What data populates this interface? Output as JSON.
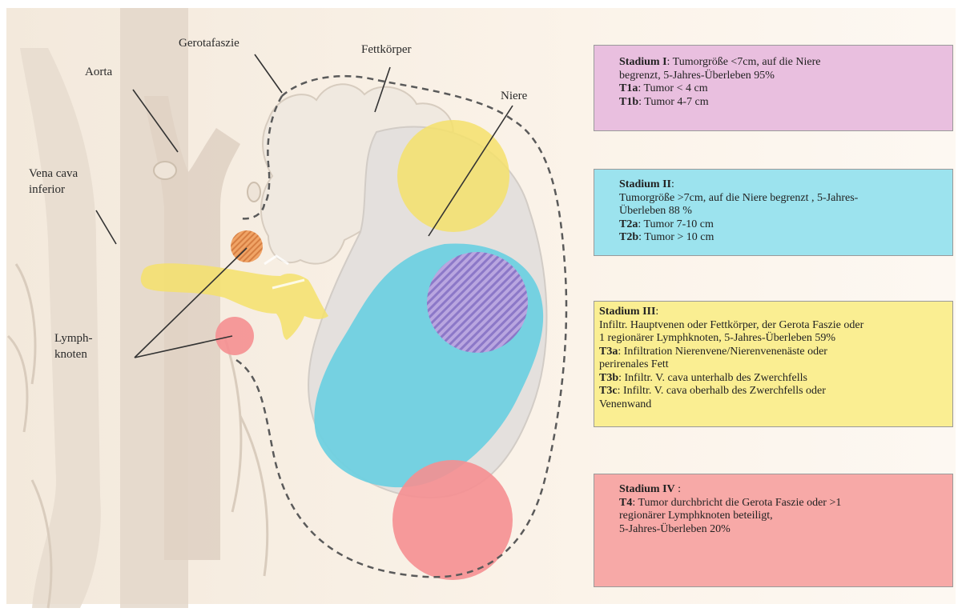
{
  "colors": {
    "background": "#fbf3e9",
    "stage1": "#e9bfdf",
    "stage2": "#9ce3ee",
    "stage3": "#faee92",
    "stage4": "#f7a9a7",
    "kidney_tumor_blue": "#6fd0e0",
    "yellow_structure": "#f4e16b",
    "red_circle": "#f58f91",
    "orange_node": "#f0a060",
    "hatch_purple": "#8c78c8"
  },
  "labels": {
    "aorta": "Aorta",
    "gerota": "Gerotafaszie",
    "fett": "Fettkörper",
    "niere": "Niere",
    "vena_line1": "Vena cava",
    "vena_line2": "inferior",
    "lymph_line1": "Lymph-",
    "lymph_line2": "knoten"
  },
  "stages": {
    "s1": {
      "title": "Stadium I",
      "text1": ": Tumorgröße <7cm, auf die Niere",
      "text2": "begrenzt, 5-Jahres-Überleben 95%",
      "t1a_code": "T1a",
      "t1a_text": ": Tumor < 4 cm",
      "t1b_code": "T1b",
      "t1b_text": ": Tumor 4-7 cm"
    },
    "s2": {
      "title": "Stadium II",
      "title_suffix": ":",
      "text1": "Tumorgröße >7cm, auf die Niere begrenzt , 5-Jahres-",
      "text2": "Überleben 88 %",
      "t2a_code": "T2a",
      "t2a_text": ": Tumor 7-10 cm",
      "t2b_code": "T2b",
      "t2b_text": ": Tumor > 10 cm"
    },
    "s3": {
      "title": "Stadium III",
      "title_suffix": ":",
      "text1": "Infiltr. Hauptvenen oder Fettkörper, der Gerota Faszie oder",
      "text2": "1 regionärer Lymphknoten, 5-Jahres-Überleben 59%",
      "t3a_code": "T3a",
      "t3a_text1": ": Infiltration Nierenvene/Nierenvenenäste oder",
      "t3a_text2": "perirenales Fett",
      "t3b_code": "T3b",
      "t3b_text": ": Infiltr. V. cava unterhalb des Zwerchfells",
      "t3c_code": "T3c",
      "t3c_text1": ": Infiltr. V. cava oberhalb des Zwerchfells oder",
      "t3c_text2": "Venenwand"
    },
    "s4": {
      "title": "Stadium IV",
      "title_suffix": " :",
      "t4_code": "T4",
      "text1": ": Tumor durchbricht die Gerota Faszie oder >1",
      "text2": "regionärer Lymphknoten beteiligt,",
      "text3": "5-Jahres-Überleben 20%"
    }
  }
}
